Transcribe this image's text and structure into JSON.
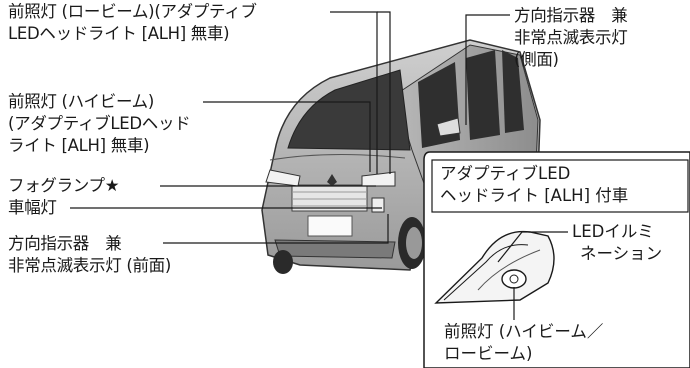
{
  "labels": {
    "low_beam": [
      "前照灯 (ロービーム)(アダプティブ",
      "LEDヘッドライト [ALH] 無車)"
    ],
    "high_beam": [
      "前照灯 (ハイビーム)",
      "(アダプティブLEDヘッド",
      "ライト [ALH] 無車)"
    ],
    "fog_lamp": "フォグランプ★",
    "position_lamp": "車幅灯",
    "turn_signal_front": [
      "方向指示器　兼",
      "非常点滅表示灯 (前面)"
    ],
    "turn_signal_side": [
      "方向指示器　兼",
      "非常点滅表示灯",
      "(側面)"
    ]
  },
  "inset": {
    "title": [
      "アダプティブLED",
      "ヘッドライト [ALH] 付車"
    ],
    "led_illumination": [
      "LEDイルミ",
      "ネーション"
    ],
    "headlamp": [
      "前照灯 (ハイビーム／",
      "ロービーム)"
    ]
  }
}
